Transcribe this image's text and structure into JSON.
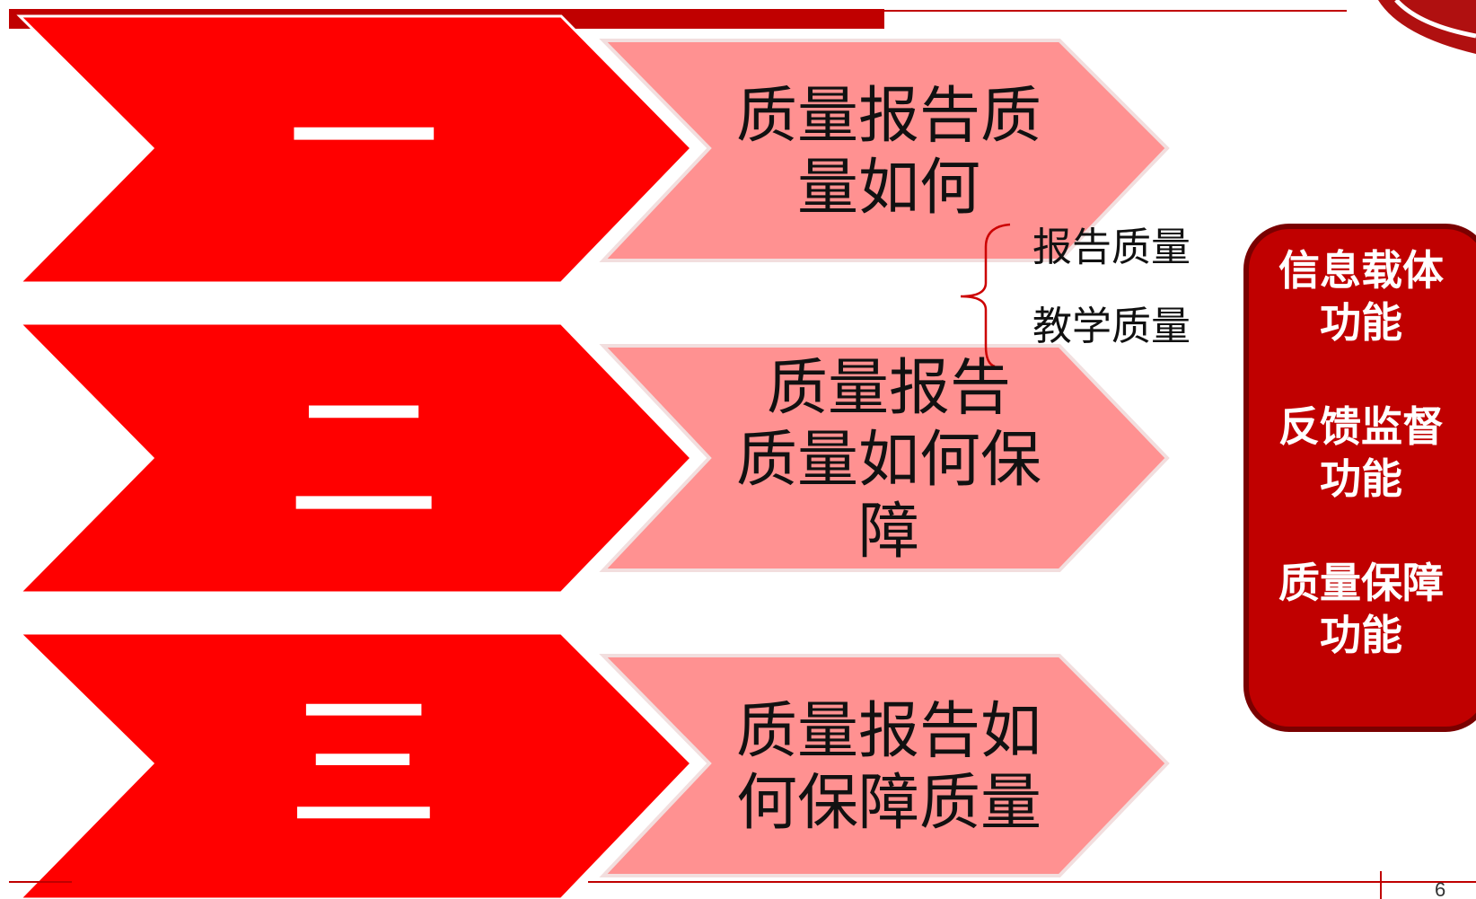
{
  "colors": {
    "primary_red": "#ff0000",
    "pink": "#ff9191",
    "dark_red": "#c00000",
    "panel_red": "#c00000",
    "panel_border": "#7a0000",
    "line_red": "#c00000"
  },
  "rows": [
    {
      "numeral": "一",
      "text": "质量报告质\n量如何"
    },
    {
      "numeral": "二",
      "text": "质量报告\n质量如何保\n障"
    },
    {
      "numeral": "三",
      "text": "质量报告如\n何保障质量"
    }
  ],
  "brace_items": [
    "报告质量",
    "教学质量"
  ],
  "side_panel": {
    "items": [
      "信息载体\n功能",
      "反馈监督\n功能",
      "质量保障\n功能"
    ]
  },
  "page_number": "6"
}
